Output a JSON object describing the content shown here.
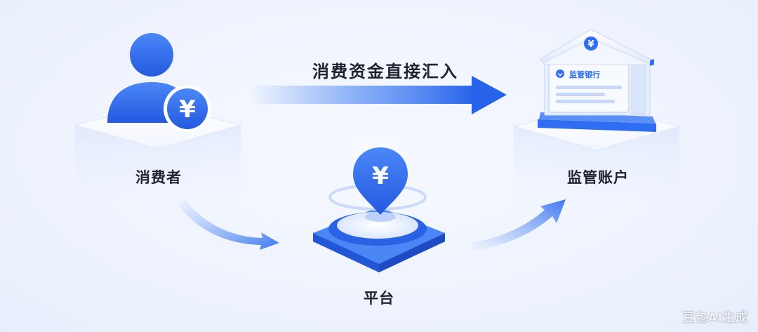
{
  "diagram": {
    "flow_label": "消费资金直接汇入",
    "nodes": {
      "consumer": {
        "label": "消费者",
        "icon": "user-with-yuan-icon"
      },
      "platform": {
        "label": "平台",
        "icon": "yuan-pin-icon"
      },
      "supervised_account": {
        "label": "监管账户",
        "icon": "bank-building-icon",
        "bank_sign": "监管银行"
      }
    },
    "currency_symbol": "¥",
    "accent_color": "#2f6df2",
    "watermark": "豆包AI生成"
  }
}
